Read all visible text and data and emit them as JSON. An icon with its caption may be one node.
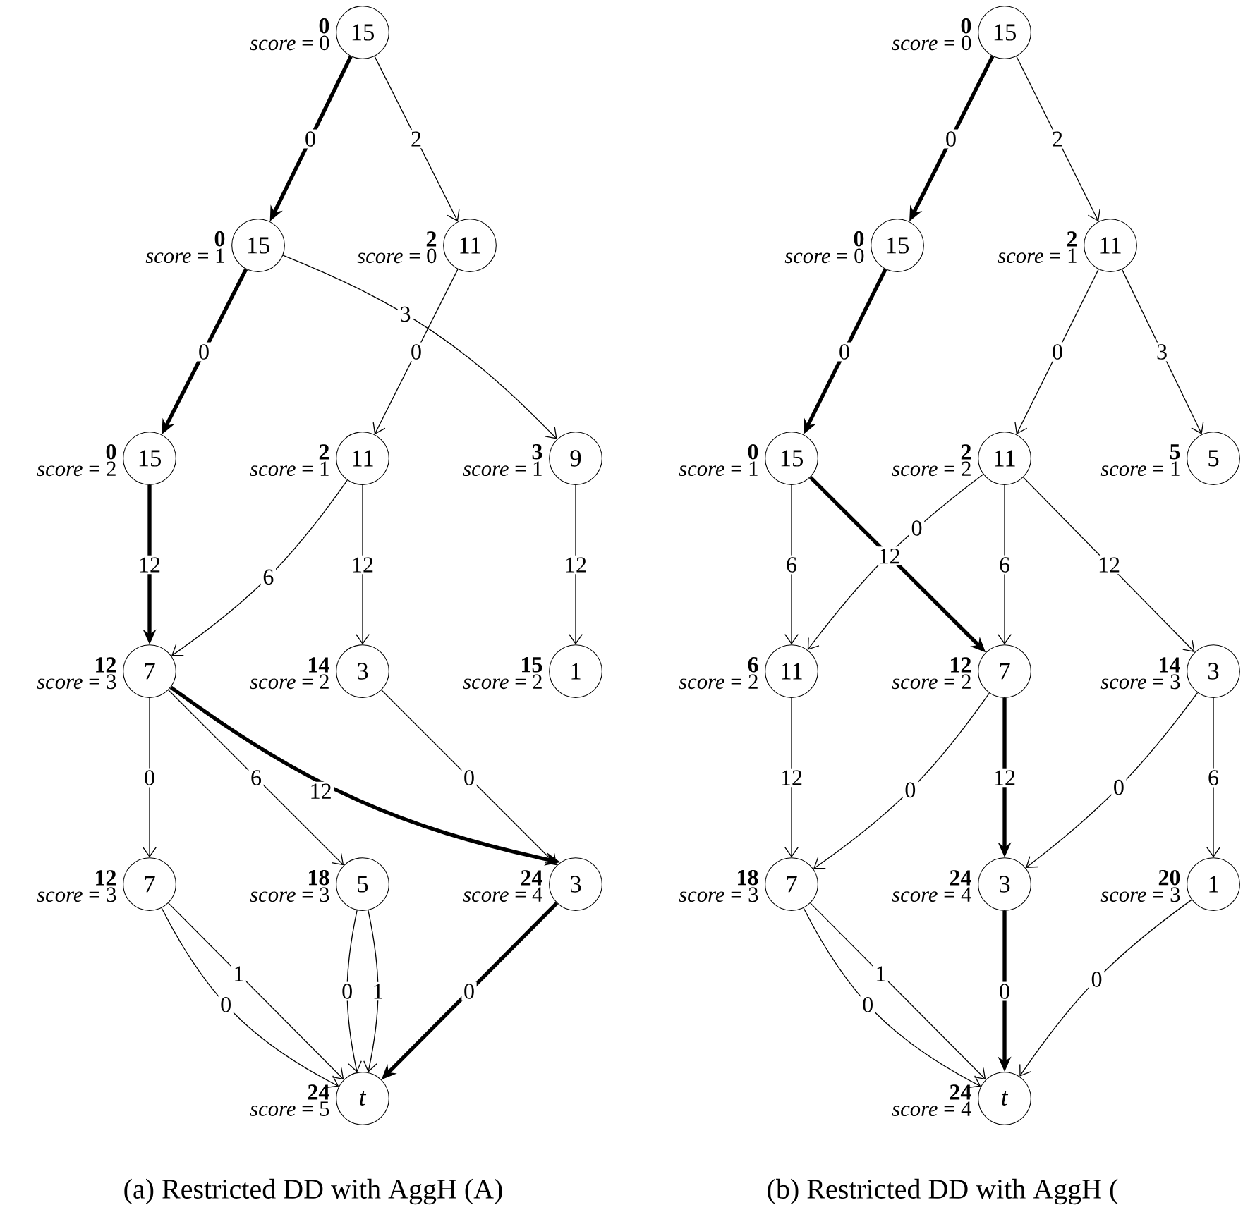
{
  "diagram": {
    "nodes": [
      {
        "text": [
          "15"
        ],
        "beside": [
          "0",
          "*score* = 0"
        ]
      },
      {
        "text": [
          "15"
        ],
        "beside": [
          "0",
          "*score* = 1"
        ]
      },
      {
        "text": [
          "11"
        ],
        "beside": [
          "2",
          "*score* = 0"
        ]
      },
      {
        "text": [
          "15"
        ],
        "beside": [
          "0",
          "*score* = 2"
        ]
      },
      {
        "text": [
          "11"
        ],
        "beside": [
          "2",
          "*score* = 1"
        ]
      },
      {
        "text": [
          "9"
        ],
        "beside": [
          "3",
          "*score* = 1"
        ]
      },
      {
        "text": [
          "7"
        ],
        "beside": [
          "12",
          "*score* = 3"
        ]
      },
      {
        "text": [
          "3"
        ],
        "beside": [
          "14",
          "*score* = 2"
        ]
      },
      {
        "text": [
          "1"
        ],
        "beside": [
          "15",
          "*score* = 2"
        ]
      },
      {
        "text": [
          "7"
        ],
        "beside": [
          "12",
          "*score* = 3"
        ]
      },
      {
        "text": [
          "5"
        ],
        "beside": [
          "18",
          "*score* = 3"
        ]
      },
      {
        "text": [
          "3"
        ],
        "beside": [
          "24",
          "*score* = 4"
        ]
      },
      {
        "text": [
          "*t*"
        ],
        "beside": [
          "24",
          "*score* = 5"
        ]
      },
      {
        "text": [
          "15"
        ],
        "beside": [
          "0",
          "*score* = 0"
        ]
      },
      {
        "text": [
          "15"
        ],
        "beside": [
          "0",
          "*score* = 0"
        ]
      },
      {
        "text": [
          "11"
        ],
        "beside": [
          "2",
          "*score* = 1"
        ]
      },
      {
        "text": [
          "15"
        ],
        "beside": [
          "0",
          "*score* = 1"
        ]
      },
      {
        "text": [
          "11"
        ],
        "beside": [
          "2",
          "*score* = 2"
        ]
      },
      {
        "text": [
          "5"
        ],
        "beside": [
          "5",
          "*score* = 1"
        ]
      },
      {
        "text": [
          "11"
        ],
        "beside": [
          "6",
          "*score* = 2"
        ]
      },
      {
        "text": [
          "7"
        ],
        "beside": [
          "12",
          "*score* = 2"
        ]
      },
      {
        "text": [
          "3"
        ],
        "beside": [
          "14",
          "*score* = 3"
        ]
      },
      {
        "text": [
          "7"
        ],
        "beside": [
          "18",
          "*score* = 3"
        ]
      },
      {
        "text": [
          "3"
        ],
        "beside": [
          "24",
          "*score* = 4"
        ]
      },
      {
        "text": [
          "1"
        ],
        "beside": [
          "20",
          "*score* = 3"
        ]
      },
      {
        "text": [
          "*t*"
        ],
        "beside": [
          "24",
          "*score* = 4"
        ]
      }
    ],
    "edges": [
      {
        "from": 0,
        "to": 1,
        "arrow": "to",
        "label": "0",
        "style": "thick"
      },
      {
        "from": 0,
        "to": 2,
        "arrow": "to",
        "label": "2"
      },
      {
        "from": 1,
        "to": 3,
        "arrow": "to",
        "label": "0",
        "style": "thick"
      },
      {
        "from": 1,
        "to": 5,
        "arrow": "to",
        "label": "3"
      },
      {
        "from": 2,
        "to": 4,
        "arrow": "to",
        "label": "0"
      },
      {
        "from": 3,
        "to": 6,
        "arrow": "to",
        "label": "12",
        "style": "thick"
      },
      {
        "from": 4,
        "to": 6,
        "arrow": "to",
        "label": "6"
      },
      {
        "from": 4,
        "to": 7,
        "arrow": "to",
        "label": "12"
      },
      {
        "from": 5,
        "to": 8,
        "arrow": "to",
        "label": "12"
      },
      {
        "from": 6,
        "to": 9,
        "arrow": "to",
        "label": "0"
      },
      {
        "from": 6,
        "to": 10,
        "arrow": "to",
        "label": "6"
      },
      {
        "from": 6,
        "to": 11,
        "arrow": "to",
        "label": "12",
        "style": "thick"
      },
      {
        "from": 7,
        "to": 11,
        "arrow": "to",
        "label": "0"
      },
      {
        "from": 9,
        "to": 12,
        "arrow": "to",
        "label": "0"
      },
      {
        "from": 9,
        "to": 12,
        "arrow": "to",
        "label": "1"
      },
      {
        "from": 10,
        "to": 12,
        "arrow": "to",
        "label": "0"
      },
      {
        "from": 10,
        "to": 12,
        "arrow": "to",
        "label": "1"
      },
      {
        "from": 11,
        "to": 12,
        "arrow": "to",
        "label": "0",
        "style": "thick"
      },
      {
        "from": 13,
        "to": 14,
        "arrow": "to",
        "label": "0",
        "style": "thick"
      },
      {
        "from": 13,
        "to": 15,
        "arrow": "to",
        "label": "2"
      },
      {
        "from": 14,
        "to": 16,
        "arrow": "to",
        "label": "0",
        "style": "thick"
      },
      {
        "from": 15,
        "to": 17,
        "arrow": "to",
        "label": "0"
      },
      {
        "from": 15,
        "to": 18,
        "arrow": "to",
        "label": "3"
      },
      {
        "from": 16,
        "to": 19,
        "arrow": "to",
        "label": "6"
      },
      {
        "from": 16,
        "to": 20,
        "arrow": "to",
        "label": "12",
        "style": "thick"
      },
      {
        "from": 17,
        "to": 19,
        "arrow": "to",
        "label": "0"
      },
      {
        "from": 17,
        "to": 20,
        "arrow": "to",
        "label": "6"
      },
      {
        "from": 17,
        "to": 21,
        "arrow": "to",
        "label": "12"
      },
      {
        "from": 19,
        "to": 22,
        "arrow": "to",
        "label": "12"
      },
      {
        "from": 20,
        "to": 22,
        "arrow": "to",
        "label": "0"
      },
      {
        "from": 20,
        "to": 23,
        "arrow": "to",
        "label": "12",
        "style": "thick"
      },
      {
        "from": 21,
        "to": 23,
        "arrow": "to",
        "label": "0"
      },
      {
        "from": 21,
        "to": 24,
        "arrow": "to",
        "label": "6"
      },
      {
        "from": 22,
        "to": 25,
        "arrow": "to",
        "label": "0"
      },
      {
        "from": 22,
        "to": 25,
        "arrow": "to",
        "label": "1"
      },
      {
        "from": 23,
        "to": 25,
        "arrow": "to",
        "label": "0",
        "style": "thick"
      },
      {
        "from": 24,
        "to": 25,
        "arrow": "to",
        "label": "0"
      }
    ],
    "labels": [
      "(a) Restricted DD with AggH (A)",
      "(b) Restricted DD with AggH ("
    ]
  }
}
